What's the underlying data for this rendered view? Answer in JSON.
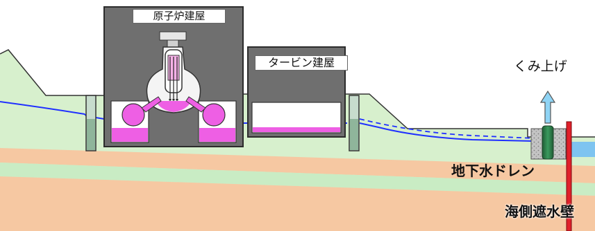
{
  "labels": {
    "reactor_building": "原子炉建屋",
    "turbine_building": "タービン建屋",
    "pump_up": "くみ上げ",
    "groundwater_drain": "地下水ドレン",
    "seaside_impermeable_wall": "海側遮水壁"
  },
  "colors": {
    "soil_green": "#d7f0cd",
    "soil_orange": "#f6c8a2",
    "soil_light_green": "#c9ecc4",
    "building_gray": "#6f6f6f",
    "building_border": "#2b2b2b",
    "contaminated_water": "#ee5fe4",
    "groundwater_line": "#1f2fff",
    "sea": "#7ec4f0",
    "seaside_wall": "#e0202a",
    "drain_pipe": "#2c7a49",
    "pump_arrow": "#8fd4f5"
  }
}
